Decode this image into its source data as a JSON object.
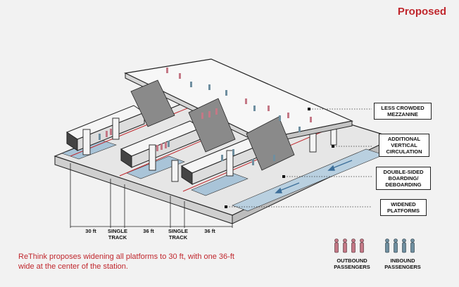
{
  "title": "Proposed",
  "callouts": {
    "mezzanine": "LESS CROWDED\nMEZZANINE",
    "circulation": "ADDITIONAL\nVERTICAL\nCIRCULATION",
    "boarding": "DOUBLE-SIDED\nBOARDING/\nDEBOARDING",
    "platforms": "WIDENED\nPLATFORMS"
  },
  "dimensions": {
    "d1": "30 ft",
    "d2": "SINGLE\nTRACK",
    "d3": "36 ft",
    "d4": "SINGLE\nTRACK",
    "d5": "36 ft"
  },
  "caption": "ReThink proposes widening all platforms to 30 ft, with one 36-ft wide at the center of the station.",
  "legend": {
    "outbound": "OUTBOUND\nPASSENGERS",
    "inbound": "INBOUND\nPASSENGERS"
  },
  "colors": {
    "accent": "#c0272d",
    "outbound": "#c47886",
    "inbound": "#6f8fa0"
  }
}
